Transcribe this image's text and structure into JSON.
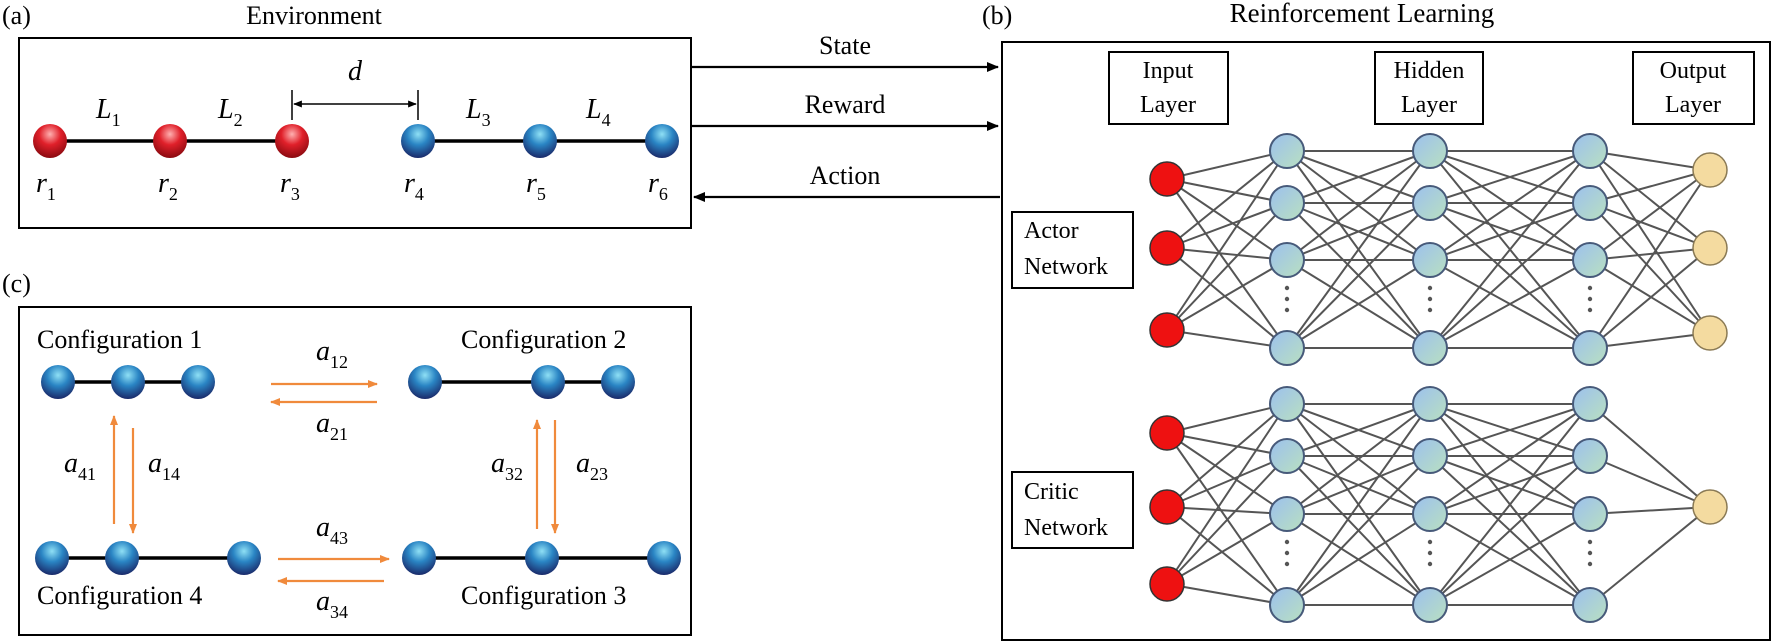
{
  "panels": {
    "a_label": "(a)",
    "b_label": "(b)",
    "c_label": "(c)"
  },
  "environment": {
    "title": "Environment",
    "bond_labels": [
      {
        "main": "L",
        "sub": "1"
      },
      {
        "main": "L",
        "sub": "2"
      },
      {
        "main": "L",
        "sub": "3"
      },
      {
        "main": "L",
        "sub": "4"
      }
    ],
    "gap_label": "d",
    "atom_labels": [
      {
        "main": "r",
        "sub": "1"
      },
      {
        "main": "r",
        "sub": "2"
      },
      {
        "main": "r",
        "sub": "3"
      },
      {
        "main": "r",
        "sub": "4"
      },
      {
        "main": "r",
        "sub": "5"
      },
      {
        "main": "r",
        "sub": "6"
      }
    ]
  },
  "signals": {
    "state": "State",
    "reward": "Reward",
    "action": "Action"
  },
  "rl": {
    "title": "Reinforcement Learning",
    "input_layer": [
      "Input",
      "Layer"
    ],
    "hidden_layer": [
      "Hidden",
      "Layer"
    ],
    "output_layer": [
      "Output",
      "Layer"
    ],
    "actor": [
      "Actor",
      "Network"
    ],
    "critic": [
      "Critic",
      "Network"
    ]
  },
  "configs": {
    "c1": "Configuration 1",
    "c2": "Configuration 2",
    "c3": "Configuration 3",
    "c4": "Configuration 4",
    "transitions": [
      {
        "main": "a",
        "sub": "12"
      },
      {
        "main": "a",
        "sub": "21"
      },
      {
        "main": "a",
        "sub": "41"
      },
      {
        "main": "a",
        "sub": "14"
      },
      {
        "main": "a",
        "sub": "32"
      },
      {
        "main": "a",
        "sub": "23"
      },
      {
        "main": "a",
        "sub": "43"
      },
      {
        "main": "a",
        "sub": "34"
      }
    ]
  },
  "colors": {
    "red_atom": "#d8131a",
    "blue_atom": "#1a5f9e",
    "input_node": "#ee1111",
    "hidden_node": "#a9bfe2",
    "output_node": "#f4dba0",
    "orange_arrow": "#f08a3c"
  }
}
